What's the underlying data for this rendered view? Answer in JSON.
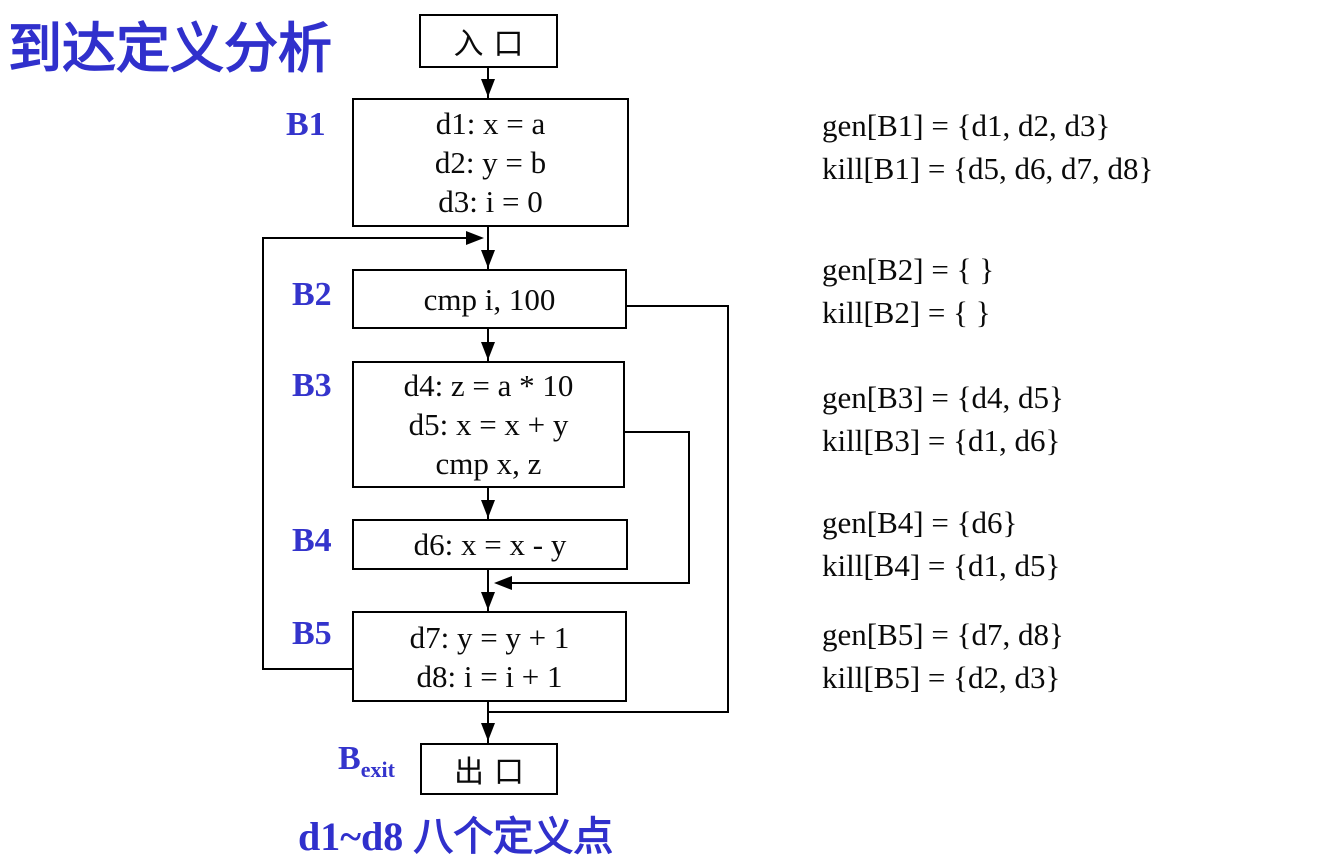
{
  "title": "到达定义分析",
  "caption": "d1~d8 八个定义点",
  "colors": {
    "accent_blue": "#3030cc",
    "label_blue": "#3434cc",
    "line_black": "#000000"
  },
  "nodes": {
    "entry": {
      "label": "入口"
    },
    "exit": {
      "label": "出口"
    },
    "exit_block_label": {
      "base": "B",
      "sub": "exit"
    },
    "blocks": [
      {
        "id": "B1",
        "lines": [
          "d1: x = a",
          "d2: y = b",
          "d3: i = 0"
        ]
      },
      {
        "id": "B2",
        "lines": [
          "cmp i, 100"
        ]
      },
      {
        "id": "B3",
        "lines": [
          "d4: z = a * 10",
          "d5: x = x + y",
          "cmp x, z"
        ]
      },
      {
        "id": "B4",
        "lines": [
          "d6: x = x - y"
        ]
      },
      {
        "id": "B5",
        "lines": [
          "d7: y = y + 1",
          "d8: i = i + 1"
        ]
      }
    ]
  },
  "sets": [
    {
      "gen": "gen[B1] = {d1, d2, d3}",
      "kill": "kill[B1] = {d5, d6, d7, d8}"
    },
    {
      "gen": "gen[B2] = { }",
      "kill": "kill[B2] = { }"
    },
    {
      "gen": "gen[B3] = {d4, d5}",
      "kill": "kill[B3] = {d1, d6}"
    },
    {
      "gen": "gen[B4] = {d6}",
      "kill": "kill[B4] = {d1, d5}"
    },
    {
      "gen": "gen[B5] = {d7, d8}",
      "kill": "kill[B5] = {d2, d3}"
    }
  ]
}
